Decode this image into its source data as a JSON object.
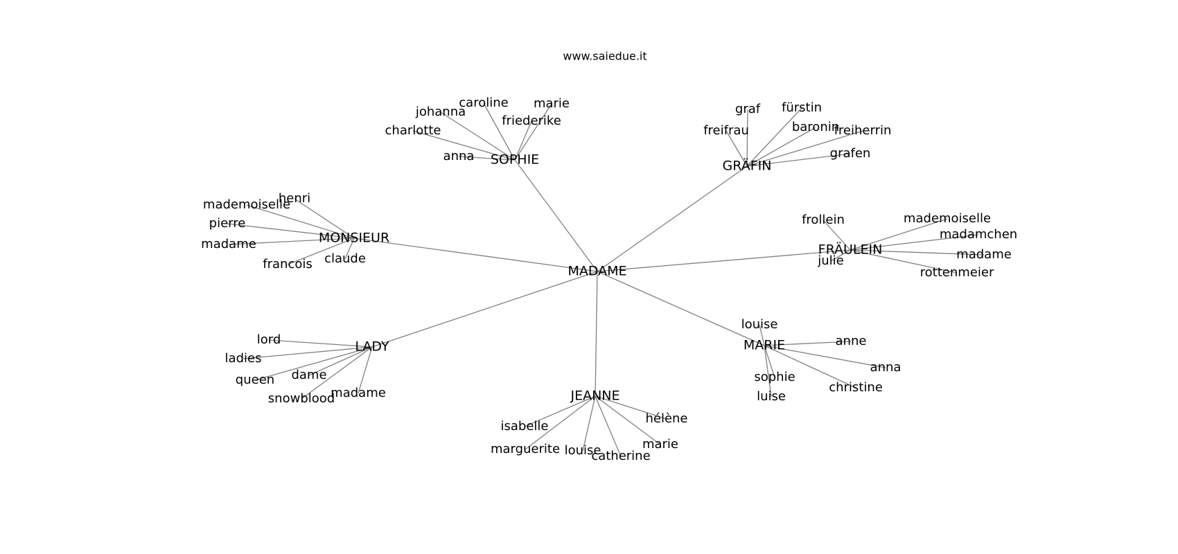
{
  "watermark": "www.saiedue.it",
  "root": "MADAME",
  "hubs": [
    {
      "label": "SOPHIE",
      "children": [
        "anna",
        "charlotte",
        "johanna",
        "caroline",
        "marie",
        "friederike"
      ]
    },
    {
      "label": "GRÄFIN",
      "children": [
        "freifrau",
        "graf",
        "fürstin",
        "baronin",
        "freiherrin",
        "grafen"
      ]
    },
    {
      "label": "MONSIEUR",
      "children": [
        "henri",
        "mademoiselle",
        "pierre",
        "madame",
        "francois",
        "claude"
      ]
    },
    {
      "label": "FRÄULEIN",
      "children": [
        "frollein",
        "mademoiselle",
        "madamchen",
        "madame",
        "rottenmeier",
        "julie"
      ]
    },
    {
      "label": "LADY",
      "children": [
        "lord",
        "ladies",
        "queen",
        "dame",
        "snowblood",
        "madame"
      ]
    },
    {
      "label": "MARIE",
      "children": [
        "louise",
        "anne",
        "anna",
        "christine",
        "sophie",
        "luise"
      ]
    },
    {
      "label": "JEANNE",
      "children": [
        "isabelle",
        "marguerite",
        "louise",
        "catherine",
        "marie",
        "hélène"
      ]
    }
  ]
}
